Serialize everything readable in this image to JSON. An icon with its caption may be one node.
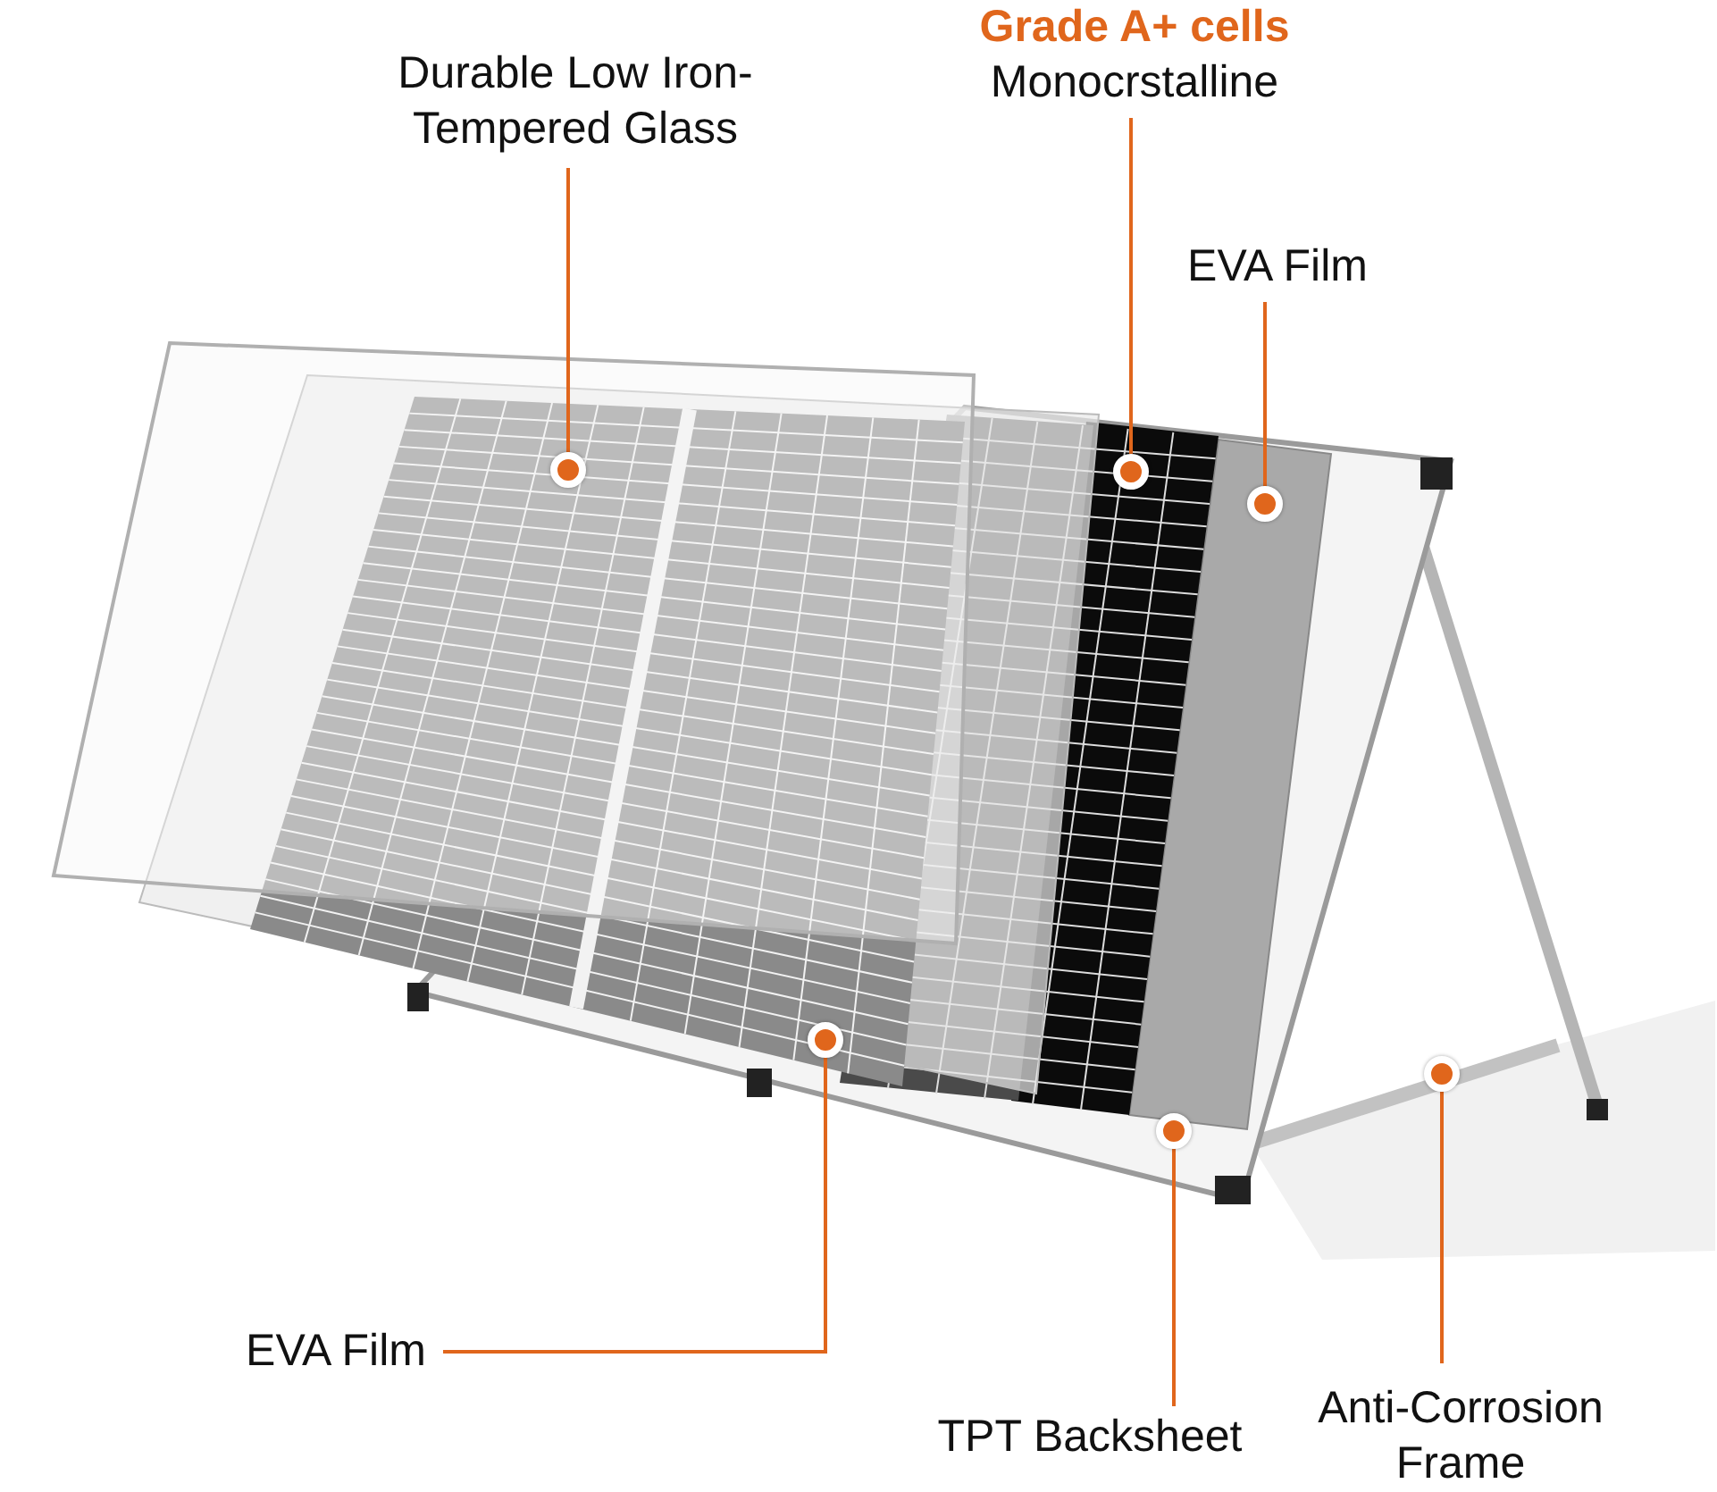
{
  "diagram": {
    "nodes": [
      {
        "text": [
          "Durable Low Iron-Tempered Glass"
        ]
      },
      {
        "text": [
          "Grade A+ cells",
          "Monocrstalline"
        ]
      },
      {
        "text": [
          "EVA Film"
        ]
      },
      {
        "text": [
          "EVA Film"
        ]
      },
      {
        "text": [
          "TPT Backsheet"
        ]
      },
      {
        "text": [
          "Anti-Corrosion Frame"
        ]
      },
      {
        "text": [],
        "shape": "circle"
      },
      {
        "text": [],
        "shape": "circle"
      },
      {
        "text": [],
        "shape": "circle"
      },
      {
        "text": [],
        "shape": "circle"
      },
      {
        "text": [],
        "shape": "circle"
      },
      {
        "text": [],
        "shape": "circle"
      }
    ],
    "edges": [
      {
        "from": 0,
        "to": 6,
        "arrow": "none"
      },
      {
        "from": 1,
        "to": 7,
        "arrow": "none"
      },
      {
        "from": 2,
        "to": 8,
        "arrow": "none"
      },
      {
        "from": 3,
        "to": 9,
        "arrow": "none"
      },
      {
        "from": 4,
        "to": 10,
        "arrow": "none"
      },
      {
        "from": 5,
        "to": 11,
        "arrow": "none"
      }
    ]
  }
}
